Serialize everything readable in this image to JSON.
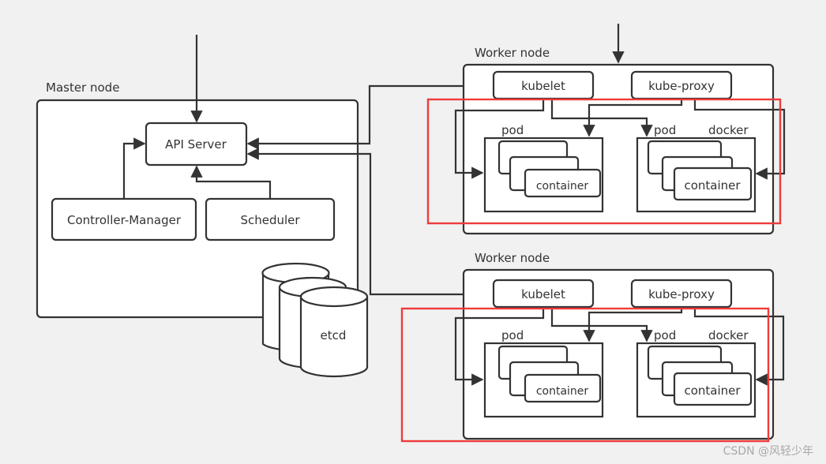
{
  "master": {
    "title": "Master node",
    "api_server": "API Server",
    "controller_manager": "Controller-Manager",
    "scheduler": "Scheduler",
    "etcd": "etcd"
  },
  "workers": [
    {
      "title": "Worker node",
      "kubelet": "kubelet",
      "kube_proxy": "kube-proxy",
      "pod_left": "pod",
      "pod_right": "pod",
      "docker": "docker",
      "container_left": "container",
      "container_right": "container"
    },
    {
      "title": "Worker node",
      "kubelet": "kubelet",
      "kube_proxy": "kube-proxy",
      "pod_left": "pod",
      "pod_right": "pod",
      "docker": "docker",
      "container_left": "container",
      "container_right": "container"
    }
  ],
  "watermark": "CSDN @风轻少年",
  "colors": {
    "line": "#333333",
    "highlight": "#ef3b3b",
    "background": "#f1f1f1"
  }
}
